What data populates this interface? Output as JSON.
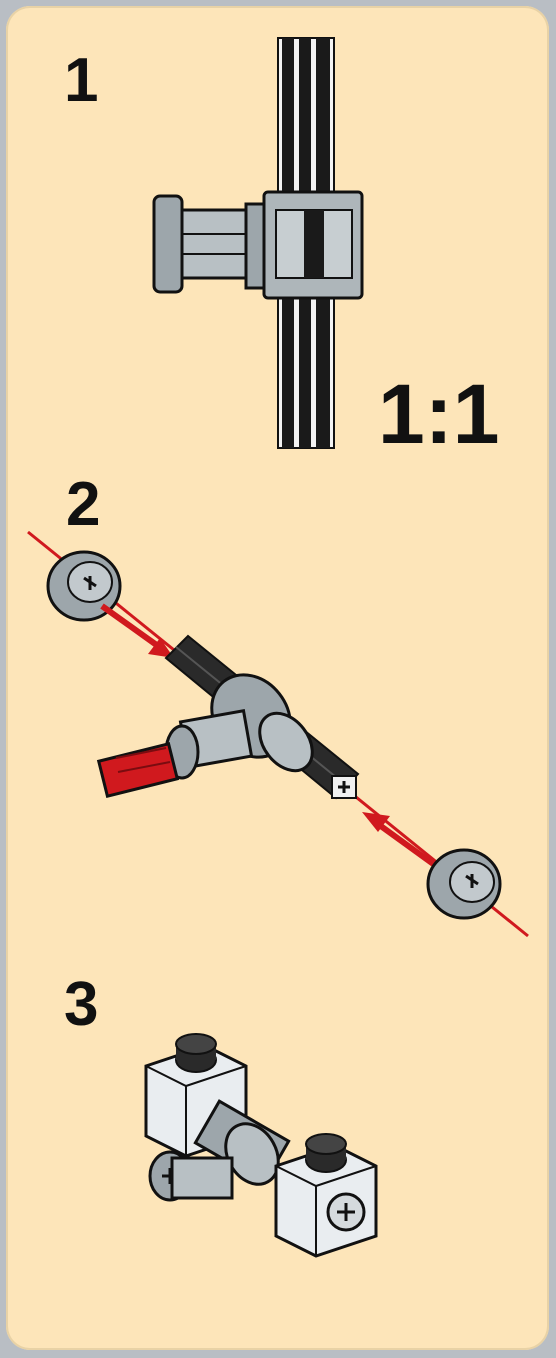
{
  "steps": [
    {
      "number": "1"
    },
    {
      "number": "2"
    },
    {
      "number": "3"
    }
  ],
  "scale_label": "1:1",
  "colors": {
    "background": "#fde5b9",
    "frame": "#b9bec4",
    "part_grey": "#9da6ab",
    "axle_black": "#1a1a1a",
    "accent_red": "#d0191e",
    "brick_white": "#e9edf0"
  },
  "icons": [
    "axle-icon",
    "connector-icon",
    "bush-icon",
    "arrow-icon",
    "brick-icon"
  ]
}
